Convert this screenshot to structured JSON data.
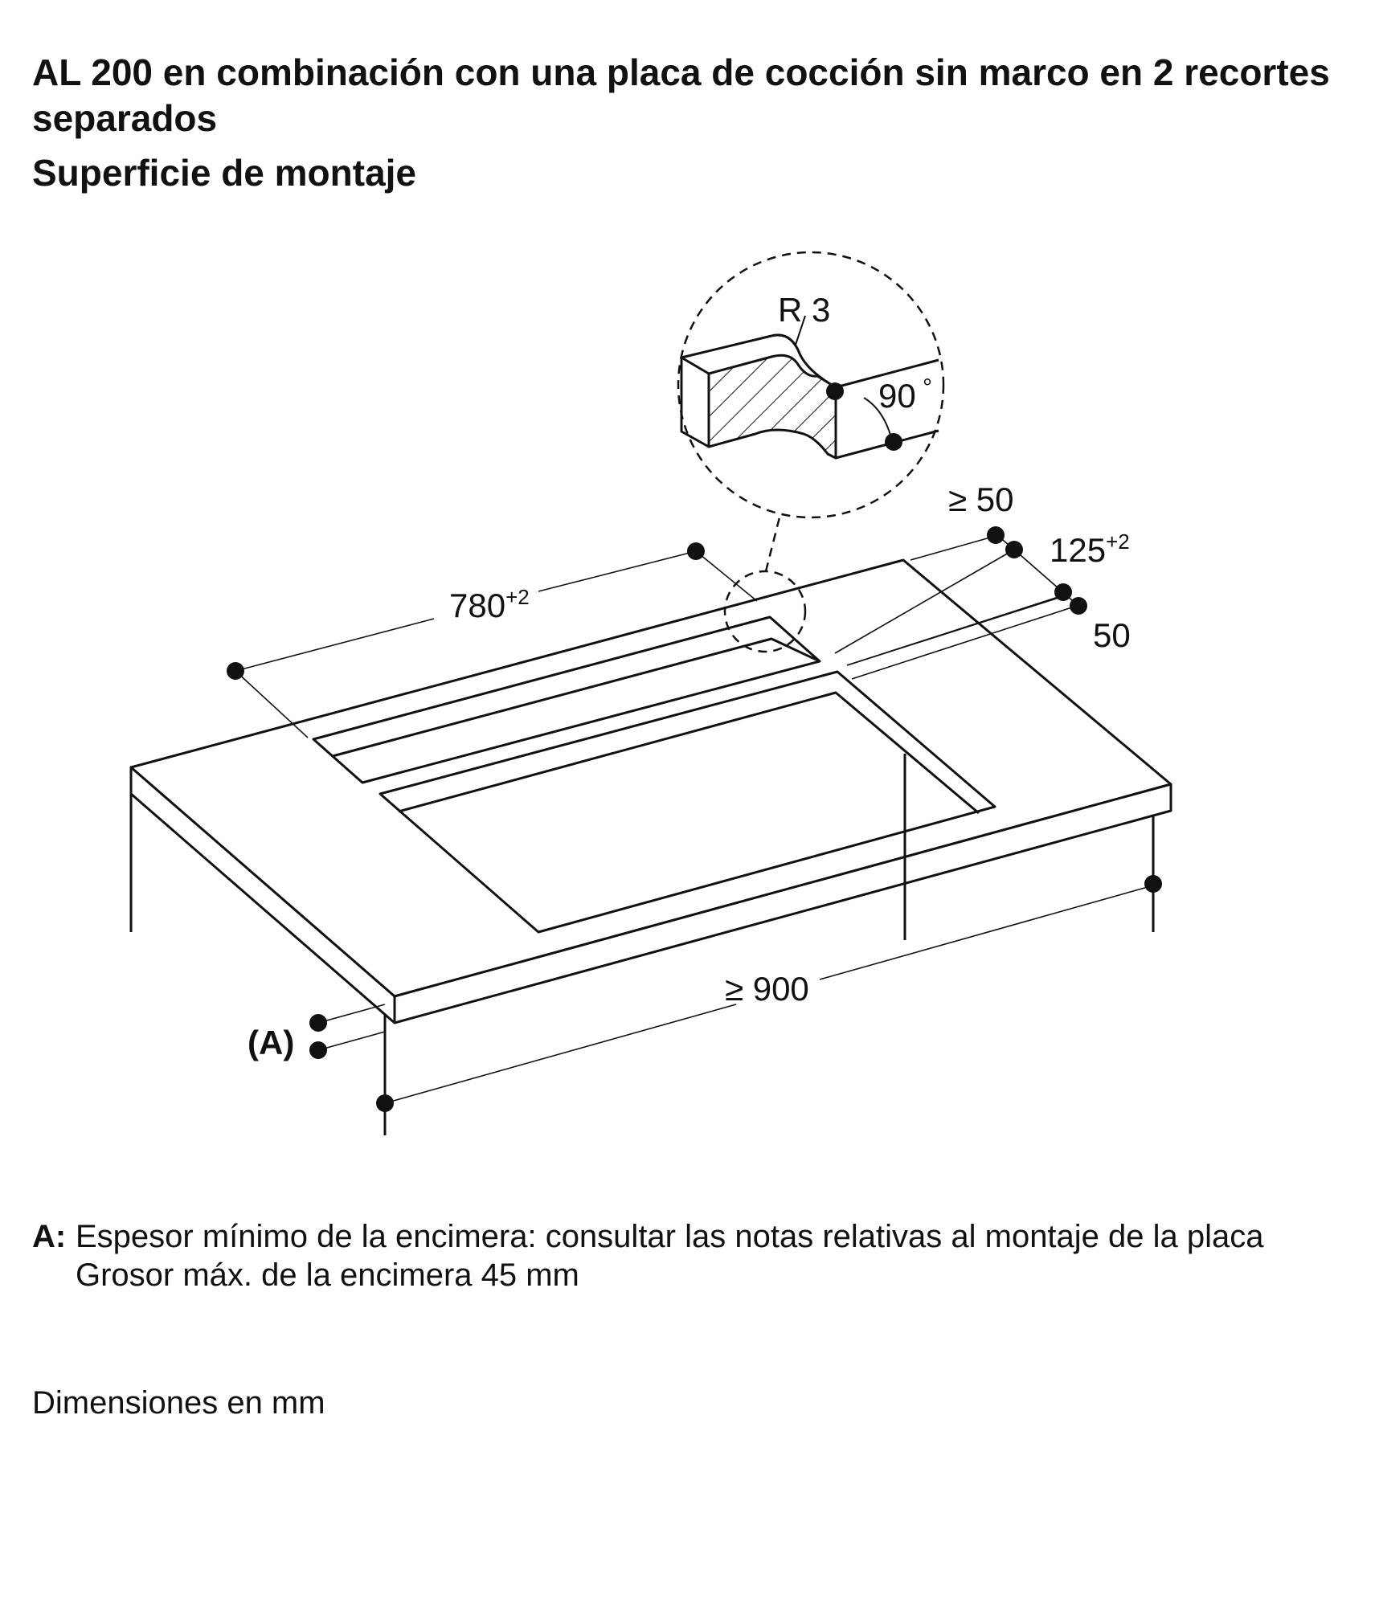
{
  "title": "AL 200 en combinación con una placa de cocción sin marco en 2 recortes separados",
  "subtitle": "Superficie de montaje",
  "diagram": {
    "detail_radius": "R 3",
    "detail_angle": "90",
    "detail_angle_unit": "°",
    "dim_780": "780",
    "dim_780_tol": "+2",
    "dim_min50_top": "≥ 50",
    "dim_125": "125",
    "dim_125_tol": "+2",
    "dim_50": "50",
    "dim_900": "≥ 900",
    "callout_a": "(A)"
  },
  "legend": {
    "key": "A:",
    "line1": "Espesor mínimo de la encimera: consultar las notas relativas al montaje de la placa",
    "line2": "Grosor máx. de la encimera 45 mm"
  },
  "units_note": "Dimensiones en mm"
}
